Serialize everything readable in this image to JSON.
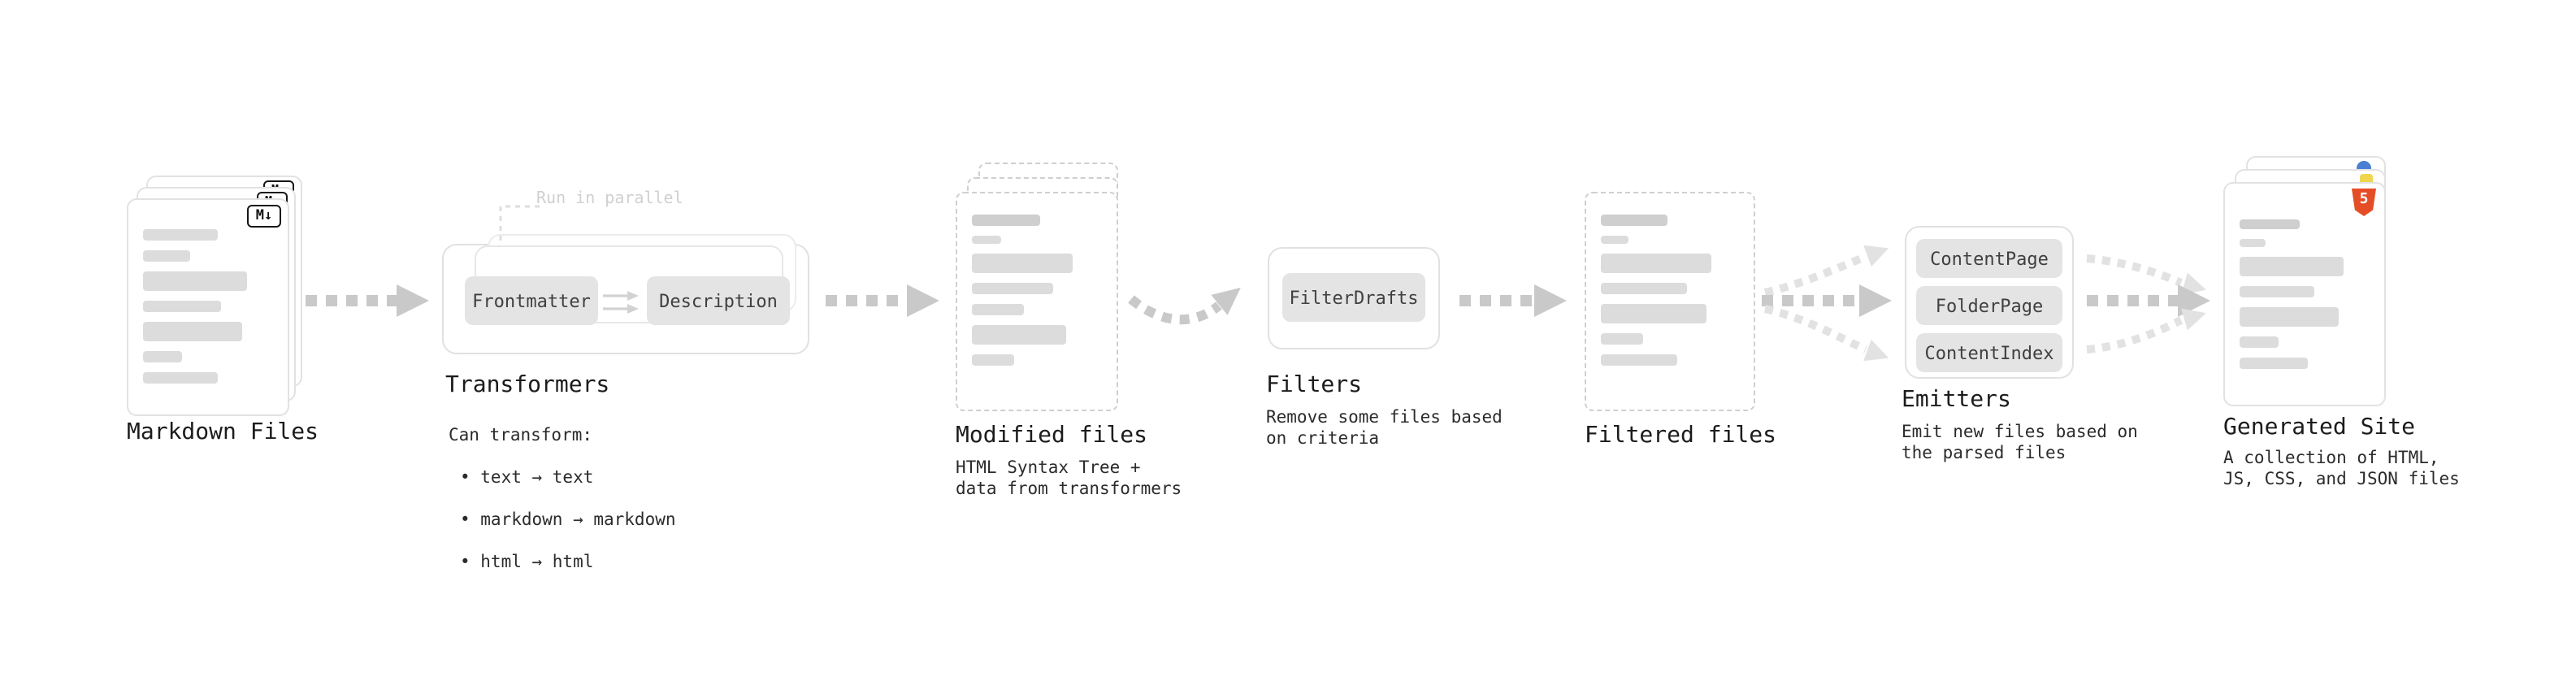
{
  "nodes": {
    "markdown_files": {
      "label": "Markdown Files",
      "badge": "M↓"
    },
    "transformers": {
      "label": "Transformers",
      "annotation": "Run in parallel",
      "buttons": [
        "Frontmatter",
        "Description"
      ],
      "desc_title": "Can transform:",
      "desc_items": [
        "• text → text",
        "• markdown → markdown",
        "• html → html"
      ]
    },
    "modified_files": {
      "label": "Modified files",
      "desc": "HTML Syntax Tree +\ndata from transformers"
    },
    "filters": {
      "label": "Filters",
      "buttons": [
        "FilterDrafts"
      ],
      "desc": "Remove some files based\non criteria"
    },
    "filtered_files": {
      "label": "Filtered files"
    },
    "emitters": {
      "label": "Emitters",
      "buttons": [
        "ContentPage",
        "FolderPage",
        "ContentIndex"
      ],
      "desc": "Emit new files based on\nthe parsed files"
    },
    "generated_site": {
      "label": "Generated Site",
      "html5_badge": "5",
      "desc": "A collection of HTML,\nJS, CSS, and JSON files"
    }
  },
  "colors": {
    "arrow": "#c9c9c9",
    "arrow_faint": "#e2e2e2",
    "card_border": "#e2e2e2",
    "dashed_border": "#cfcfcf",
    "placeholder_bar": "#dcdcdc",
    "button_bg": "#e4e4e4",
    "button_text": "#404040",
    "heading_text": "#1c1c1c",
    "body_text": "#2b2b2b",
    "annotation_text": "#d0d0d0",
    "html5_orange": "#e44d26",
    "dot_blue": "#4a7fd4",
    "dot_yellow": "#f0d54e",
    "markdown_badge_border": "#161616"
  }
}
